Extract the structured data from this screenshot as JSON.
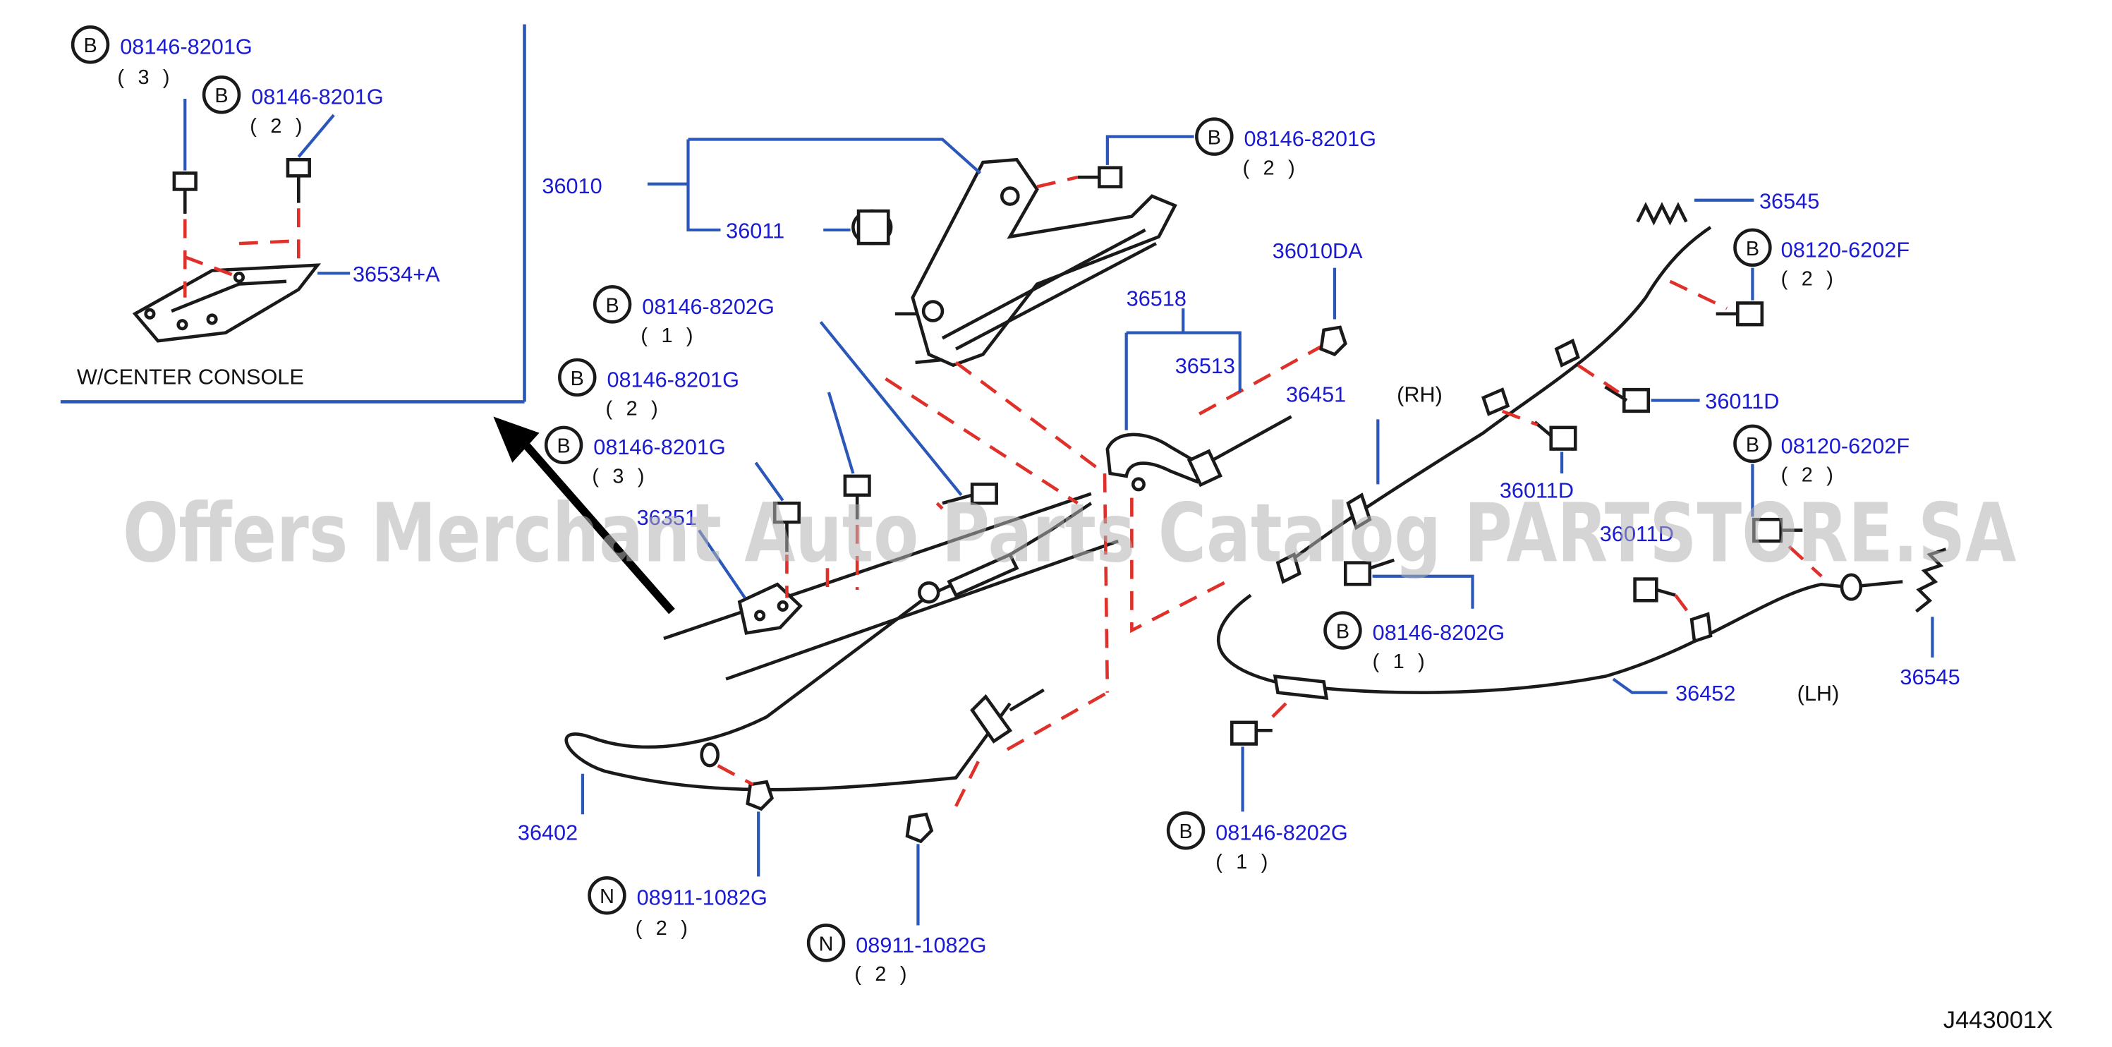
{
  "watermark": "Offers Merchant Auto Parts Catalog PARTSTORE.SA",
  "diagram_code": "J443001X",
  "inset_caption": "W/CENTER  CONSOLE",
  "labels": {
    "p36010": "36010",
    "p36011": "36011",
    "p36534": "36534+A",
    "p36518": "36518",
    "p36513": "36513",
    "p36010DA": "36010DA",
    "p36451": "36451",
    "rh": "(RH)",
    "p36545_top": "36545",
    "p36011D_a": "36011D",
    "p36011D_b": "36011D",
    "p36011D_c": "36011D",
    "p36351": "36351",
    "p36402": "36402",
    "p36452": "36452",
    "lh": "(LH)",
    "p36545_bot": "36545"
  },
  "callouts": [
    {
      "id": "c1",
      "letter": "B",
      "part": "08146-8201G",
      "qty": "( 3 )"
    },
    {
      "id": "c2",
      "letter": "B",
      "part": "08146-8201G",
      "qty": "( 2 )"
    },
    {
      "id": "c3",
      "letter": "B",
      "part": "08146-8201G",
      "qty": "( 2 )"
    },
    {
      "id": "c4",
      "letter": "B",
      "part": "08146-8202G",
      "qty": "( 1 )"
    },
    {
      "id": "c5",
      "letter": "B",
      "part": "08146-8201G",
      "qty": "( 2 )"
    },
    {
      "id": "c6",
      "letter": "B",
      "part": "08146-8201G",
      "qty": "( 3 )"
    },
    {
      "id": "c7",
      "letter": "B",
      "part": "08120-6202F",
      "qty": "( 2 )"
    },
    {
      "id": "c8",
      "letter": "B",
      "part": "08120-6202F",
      "qty": "( 2 )"
    },
    {
      "id": "c9",
      "letter": "B",
      "part": "08146-8202G",
      "qty": "( 1 )"
    },
    {
      "id": "c10",
      "letter": "B",
      "part": "08146-8202G",
      "qty": "( 1 )"
    },
    {
      "id": "c11",
      "letter": "N",
      "part": "08911-1082G",
      "qty": "( 2 )"
    },
    {
      "id": "c12",
      "letter": "N",
      "part": "08911-1082G",
      "qty": "( 2 )"
    }
  ]
}
